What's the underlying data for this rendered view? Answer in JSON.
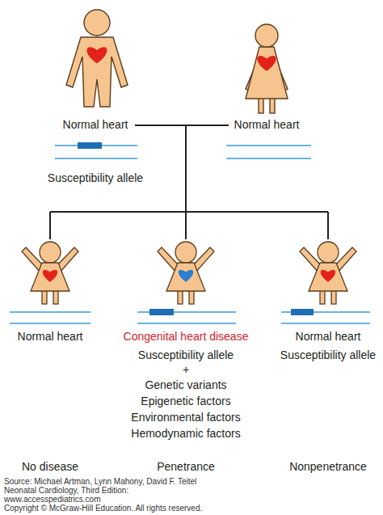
{
  "diagram": {
    "labels": [
      "Normal heart",
      "Normal heart",
      "Susceptibility allele",
      "Normal heart",
      "Congenital heart disease",
      "Susceptibility allele",
      "+",
      "Genetic variants",
      "Epigenetic factors",
      "Environmental factors",
      "Hemodynamic factors",
      "Normal heart",
      "Susceptibility allele",
      "No disease",
      "Penetrance",
      "Nonpenetrance",
      "Source: Michael Artman, Lynn Mahony, David F. Teitel",
      "Neonatal Cardiology, Third Edition:",
      "www.accesspediatrics.com",
      "Copyright © McGraw-Hill Education. All rights reserved."
    ]
  }
}
